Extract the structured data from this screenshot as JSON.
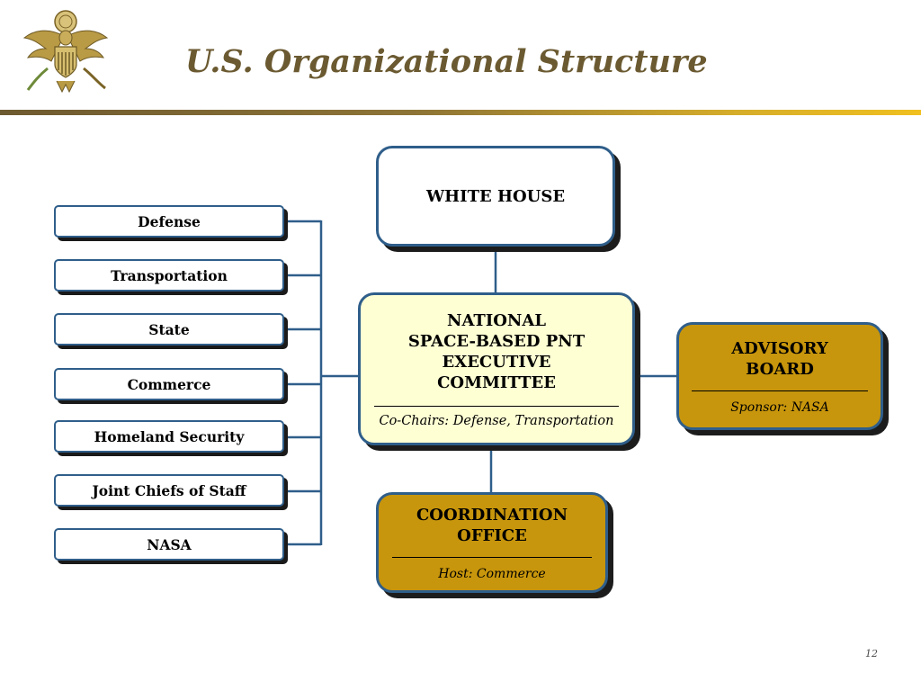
{
  "slide": {
    "title": "U.S. Organizational Structure",
    "page_number": "12"
  },
  "departments": [
    "Defense",
    "Transportation",
    "State",
    "Commerce",
    "Homeland Security",
    "Joint Chiefs of Staff",
    "NASA"
  ],
  "white_house": {
    "label": "WHITE HOUSE"
  },
  "executive_committee": {
    "line1": "NATIONAL",
    "line2": "SPACE-BASED PNT",
    "line3": "EXECUTIVE",
    "line4": "COMMITTEE",
    "note": "Co-Chairs: Defense, Transportation"
  },
  "advisory_board": {
    "line1": "ADVISORY",
    "line2": "BOARD",
    "note": "Sponsor: NASA"
  },
  "coordination_office": {
    "line1": "COORDINATION",
    "line2": "OFFICE",
    "note": "Host: Commerce"
  },
  "colors": {
    "box_border": "#2f5e8a",
    "gold_fill": "#c8960c",
    "committee_fill": "#ffffd4",
    "title_text": "#6b5a31"
  }
}
